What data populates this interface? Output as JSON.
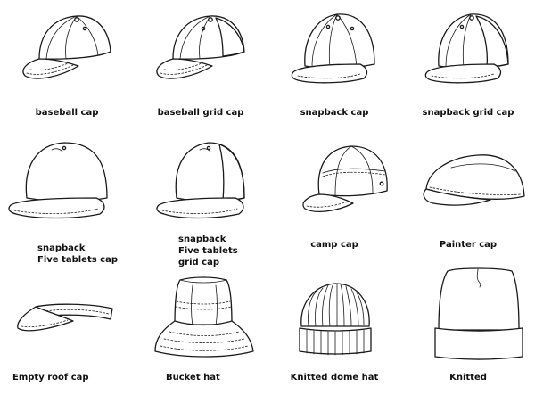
{
  "items": [
    {
      "label": "baseball cap",
      "icon": "baseball-cap"
    },
    {
      "label": "baseball grid cap",
      "icon": "baseball-grid-cap"
    },
    {
      "label": "snapback  cap",
      "icon": "snapback-cap"
    },
    {
      "label": "snapback grid cap",
      "icon": "snapback-grid-cap"
    },
    {
      "label": "snapback\nFive tablets cap",
      "icon": "snapback-five-panel-cap"
    },
    {
      "label": "snapback\nFive tablets\ngrid cap",
      "icon": "snapback-five-panel-grid-cap"
    },
    {
      "label": "camp cap",
      "icon": "camp-cap"
    },
    {
      "label": "Painter cap",
      "icon": "painter-cap"
    },
    {
      "label": "Empty roof cap",
      "icon": "visor"
    },
    {
      "label": "Bucket  hat",
      "icon": "bucket-hat"
    },
    {
      "label": "Knitted dome hat",
      "icon": "knitted-dome-hat"
    },
    {
      "label": "Knitted",
      "icon": "knitted-beanie"
    }
  ]
}
